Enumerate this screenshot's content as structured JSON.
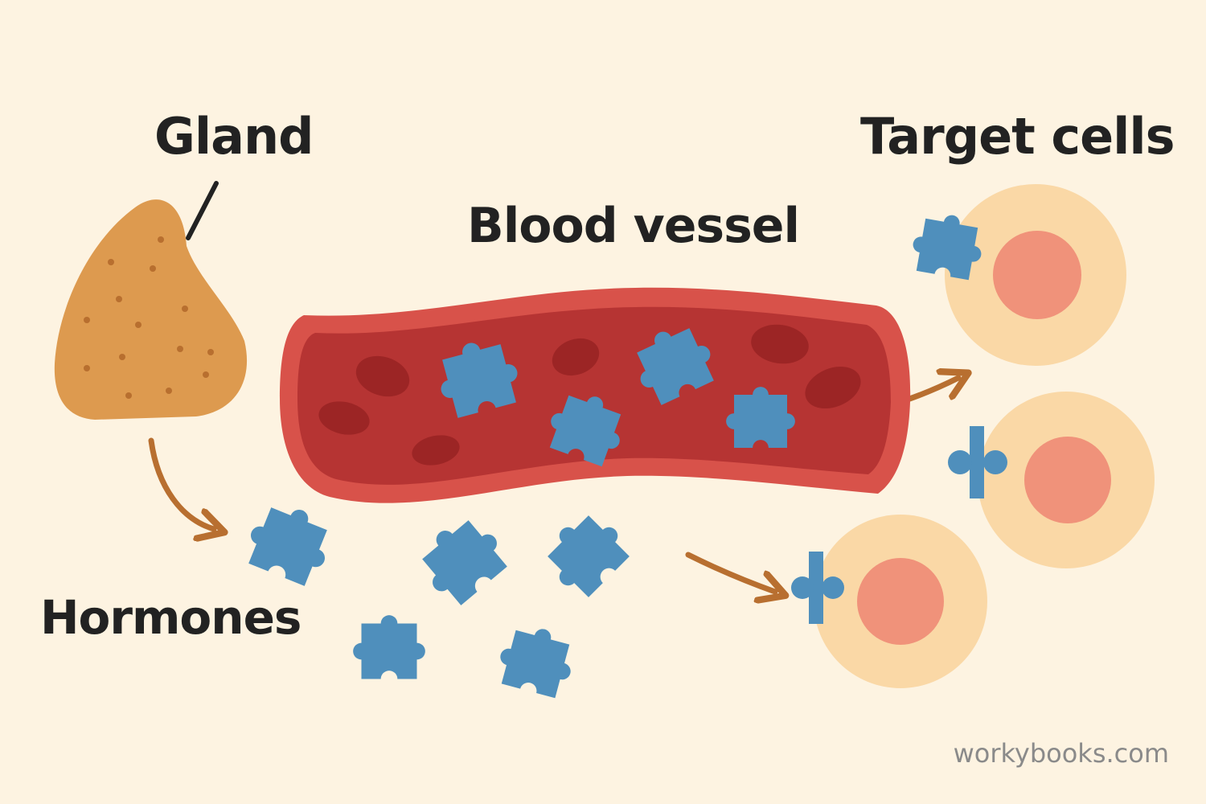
{
  "labels": {
    "gland": "Gland",
    "blood_vessel": "Blood vessel",
    "target_cells": "Target cells",
    "hormones": "Hormones"
  },
  "watermark": "workybooks.com",
  "colors": {
    "background": "#fdf3e1",
    "gland": "#dd9a4f",
    "gland_dots": "#b86f2f",
    "vessel_outer": "#d8524a",
    "vessel_inner": "#b63433",
    "blood_cell": "#9c2525",
    "hormone": "#4f8fbc",
    "cell_outer": "#fad8a6",
    "cell_nucleus": "#f0927a",
    "arrow": "#b86f30",
    "text": "#222222",
    "watermark": "#8a8a8a"
  },
  "icons": [
    "puzzle-piece-icon",
    "arrow-icon"
  ]
}
